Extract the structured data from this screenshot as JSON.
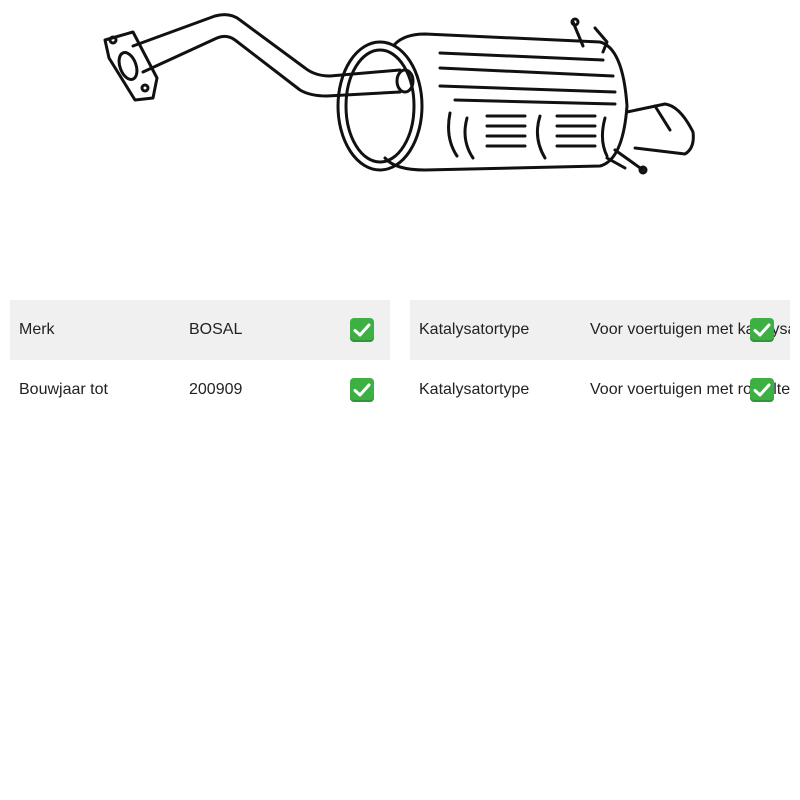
{
  "product": {
    "image_icon": "muffler-exhaust-illustration"
  },
  "specs_left": [
    {
      "label": "Merk",
      "value": "BOSAL",
      "icon": "check-icon"
    },
    {
      "label": "Bouwjaar tot",
      "value": "200909",
      "icon": "check-icon"
    }
  ],
  "specs_right": [
    {
      "label": "Katalysatortype",
      "value": "Voor voertuigen met katalysator",
      "icon": "check-icon"
    },
    {
      "label": "Katalysatortype",
      "value": "Voor voertuigen met roetfilter",
      "icon": "check-icon"
    }
  ],
  "colors": {
    "row_shade": "#f0f0f0",
    "check_green": "#3cb043",
    "line": "#111111"
  }
}
